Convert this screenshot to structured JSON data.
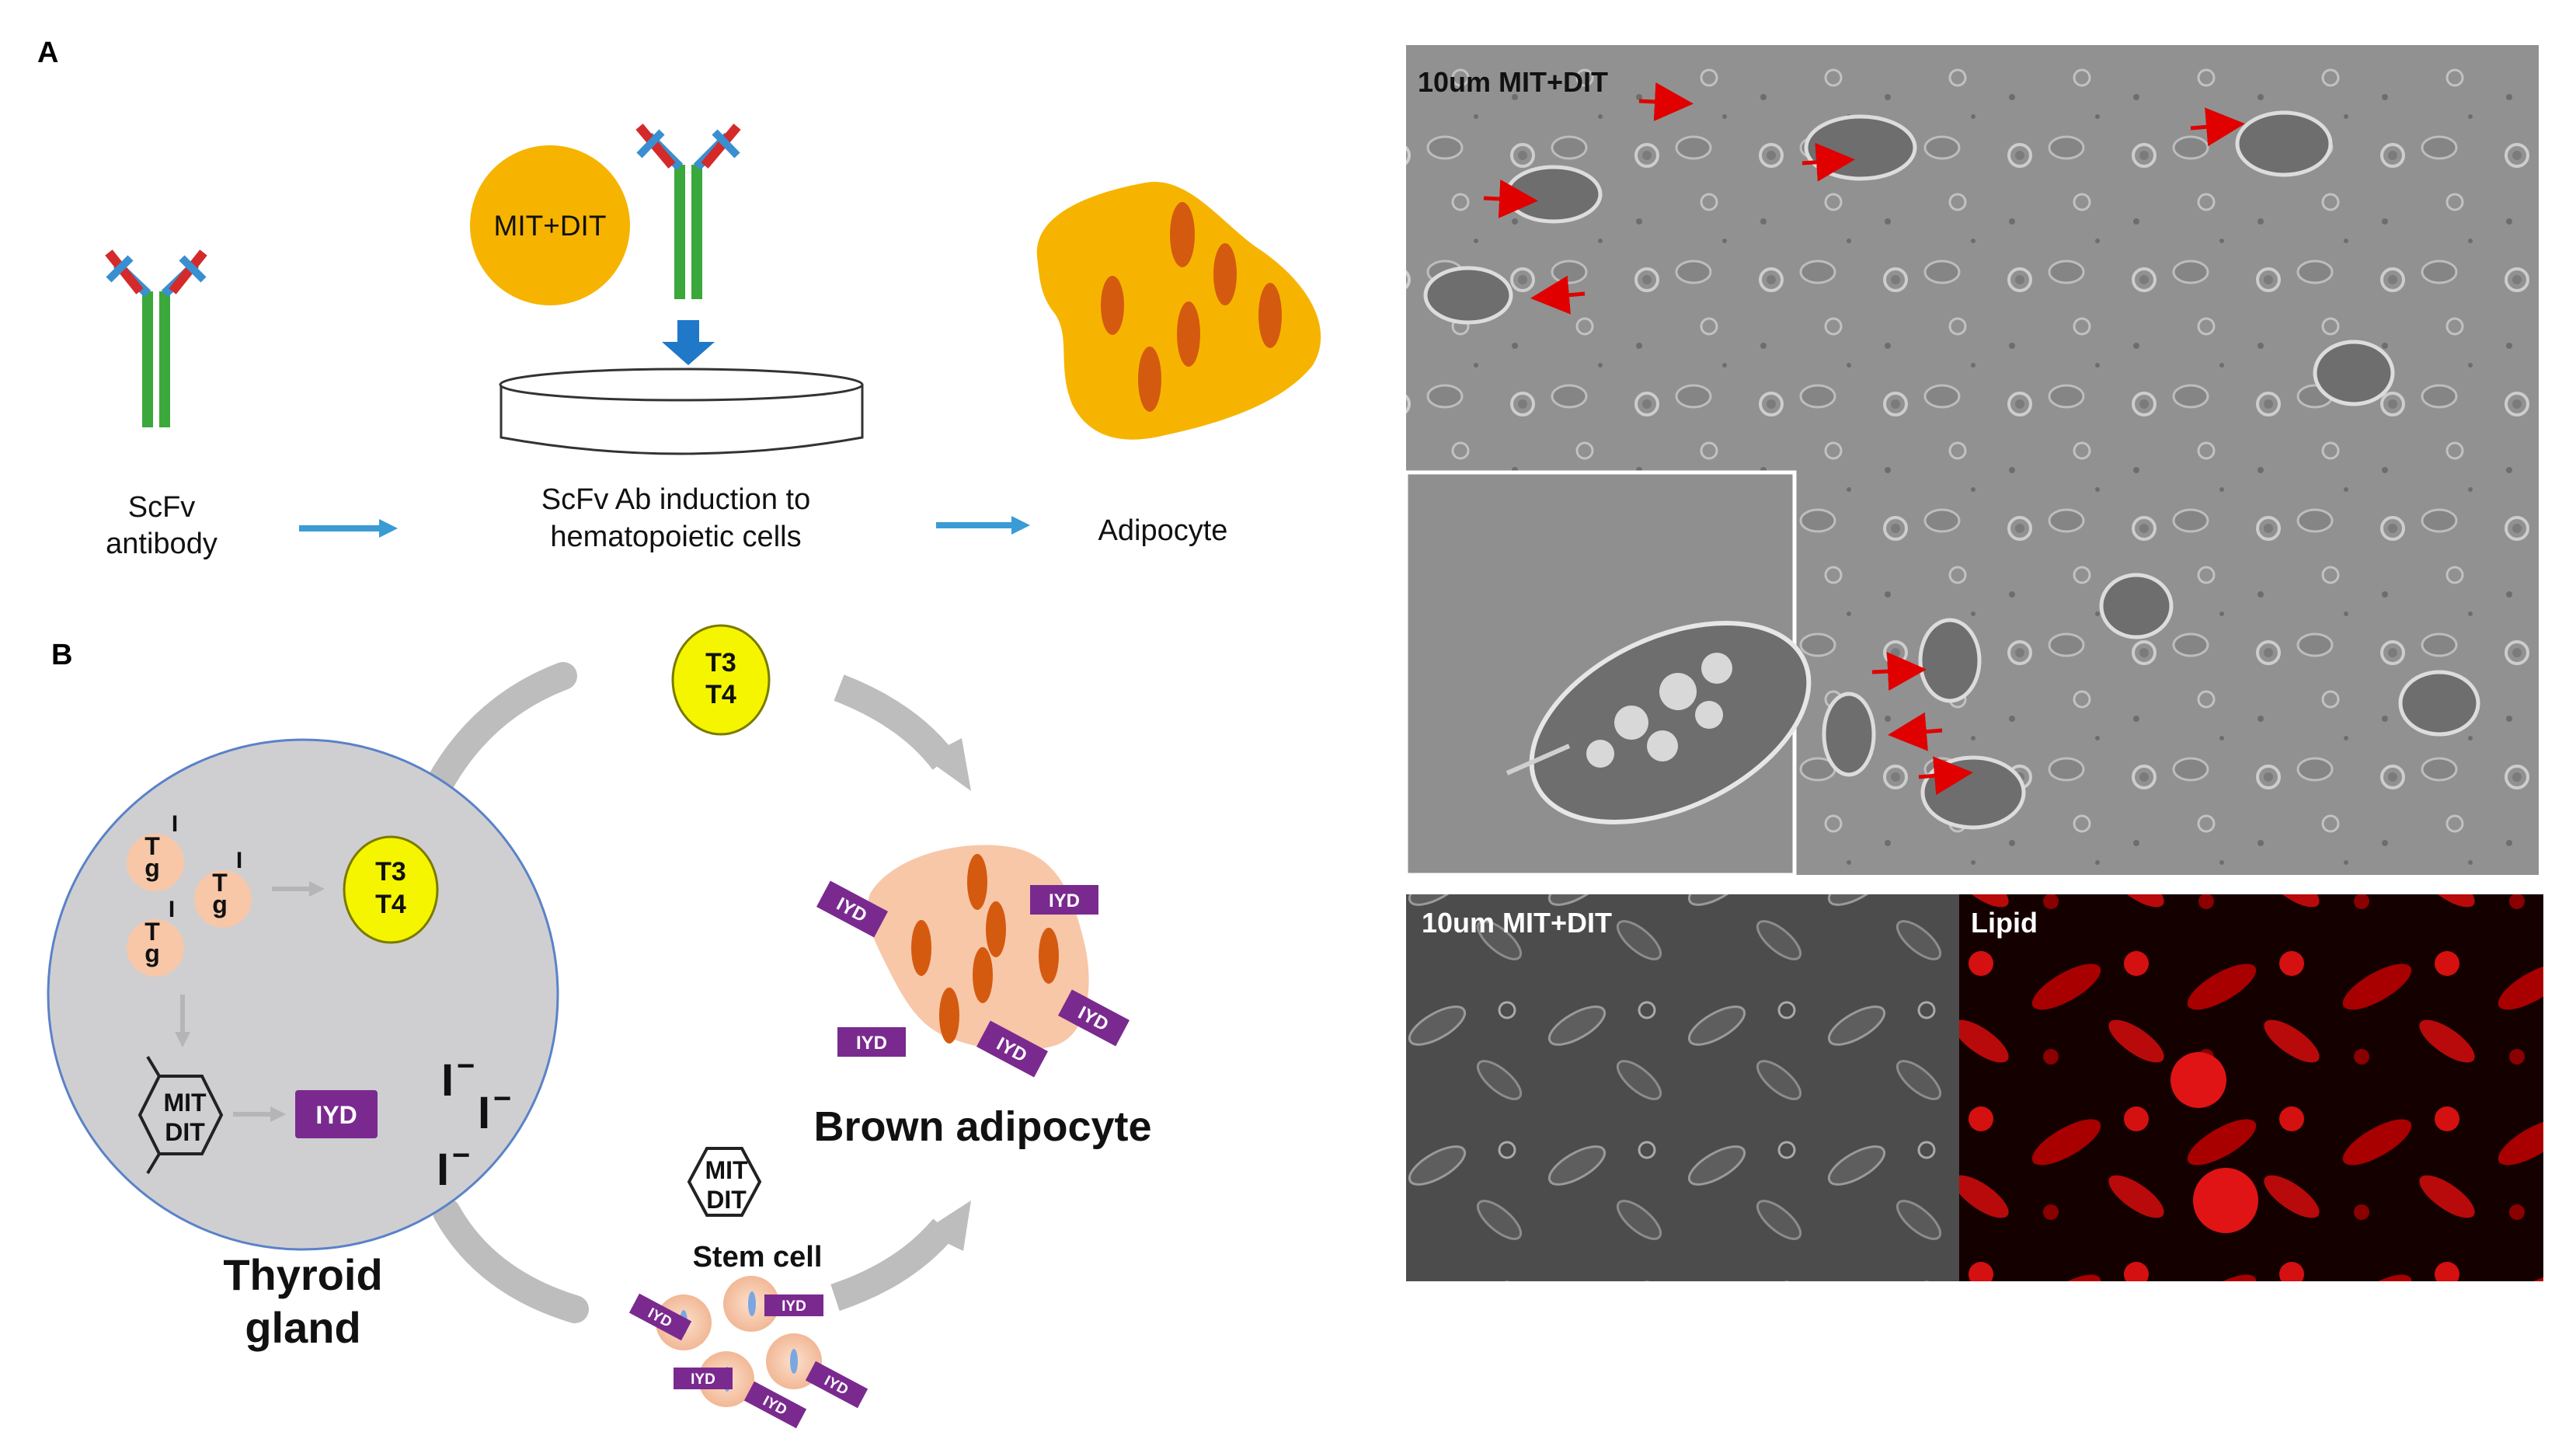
{
  "panel_a": {
    "label": "A",
    "scfv_line1": "ScFv",
    "scfv_line2": "antibody",
    "mitdit": "MIT+DIT",
    "induction_line1": "ScFv Ab induction to",
    "induction_line2": "hematopoietic cells",
    "adipocyte": "Adipocyte"
  },
  "panel_b": {
    "label": "B",
    "t3_top": "T3",
    "t4_top": "T4",
    "t3_in": "T3",
    "t4_in": "T4",
    "tg": "T",
    "tg_sub": "g",
    "tg_mark": "I",
    "mit": "MIT",
    "dit": "DIT",
    "iyd": "IYD",
    "iodide": "I",
    "iodide_charge": "−",
    "thyroid_line1": "Thyroid",
    "thyroid_line2": "gland",
    "brown_adipocyte": "Brown adipocyte",
    "stem_cell": "Stem cell"
  },
  "micrographs": {
    "top_label": "10um MIT+DIT",
    "bottom_left_label": "10um MIT+DIT",
    "bottom_right_label": "Lipid"
  },
  "colors": {
    "antibody_green": "#3aa83a",
    "antibody_blue": "#3a8fd0",
    "antibody_red": "#d42a2a",
    "arrow_blue": "#3a9bd5",
    "orange": "#f6b400",
    "nucleus": "#d45a10",
    "peach": "#f7c7a8",
    "purple": "#7a2a8f",
    "yellow": "#f5f500",
    "gland_gray": "#cfcfd2"
  }
}
